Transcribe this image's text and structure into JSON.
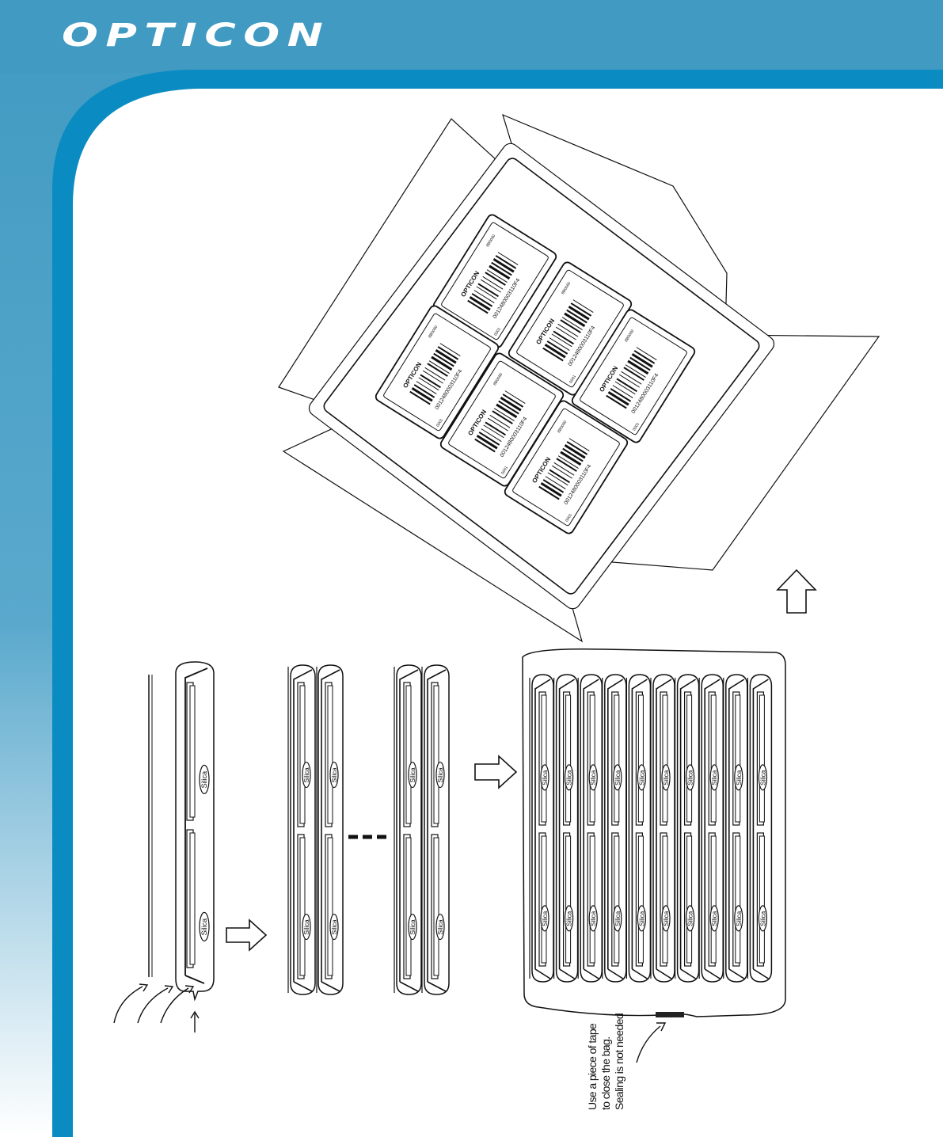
{
  "header": {
    "brand": "OPTICON",
    "colors": {
      "band_top": "#409ac2",
      "band_accent": "#0a8cc2",
      "gradient_bottom": "#ffffff"
    }
  },
  "box": {
    "label": {
      "brand": "OPTICON",
      "barcode_number": "0012480003110F4",
      "top_right_code": "8B0060",
      "corner_code": "0001"
    },
    "scanner_count": 6
  },
  "steps": {
    "single_pack_desiccant": "Silica",
    "bag_slot_count": 10
  },
  "note": {
    "lines": [
      "Use a piece of tape",
      "to close the bag.",
      "Sealing is not needed"
    ]
  },
  "icons": [
    "up-arrow-icon",
    "right-arrow-icon",
    "curved-arrow-icon"
  ]
}
